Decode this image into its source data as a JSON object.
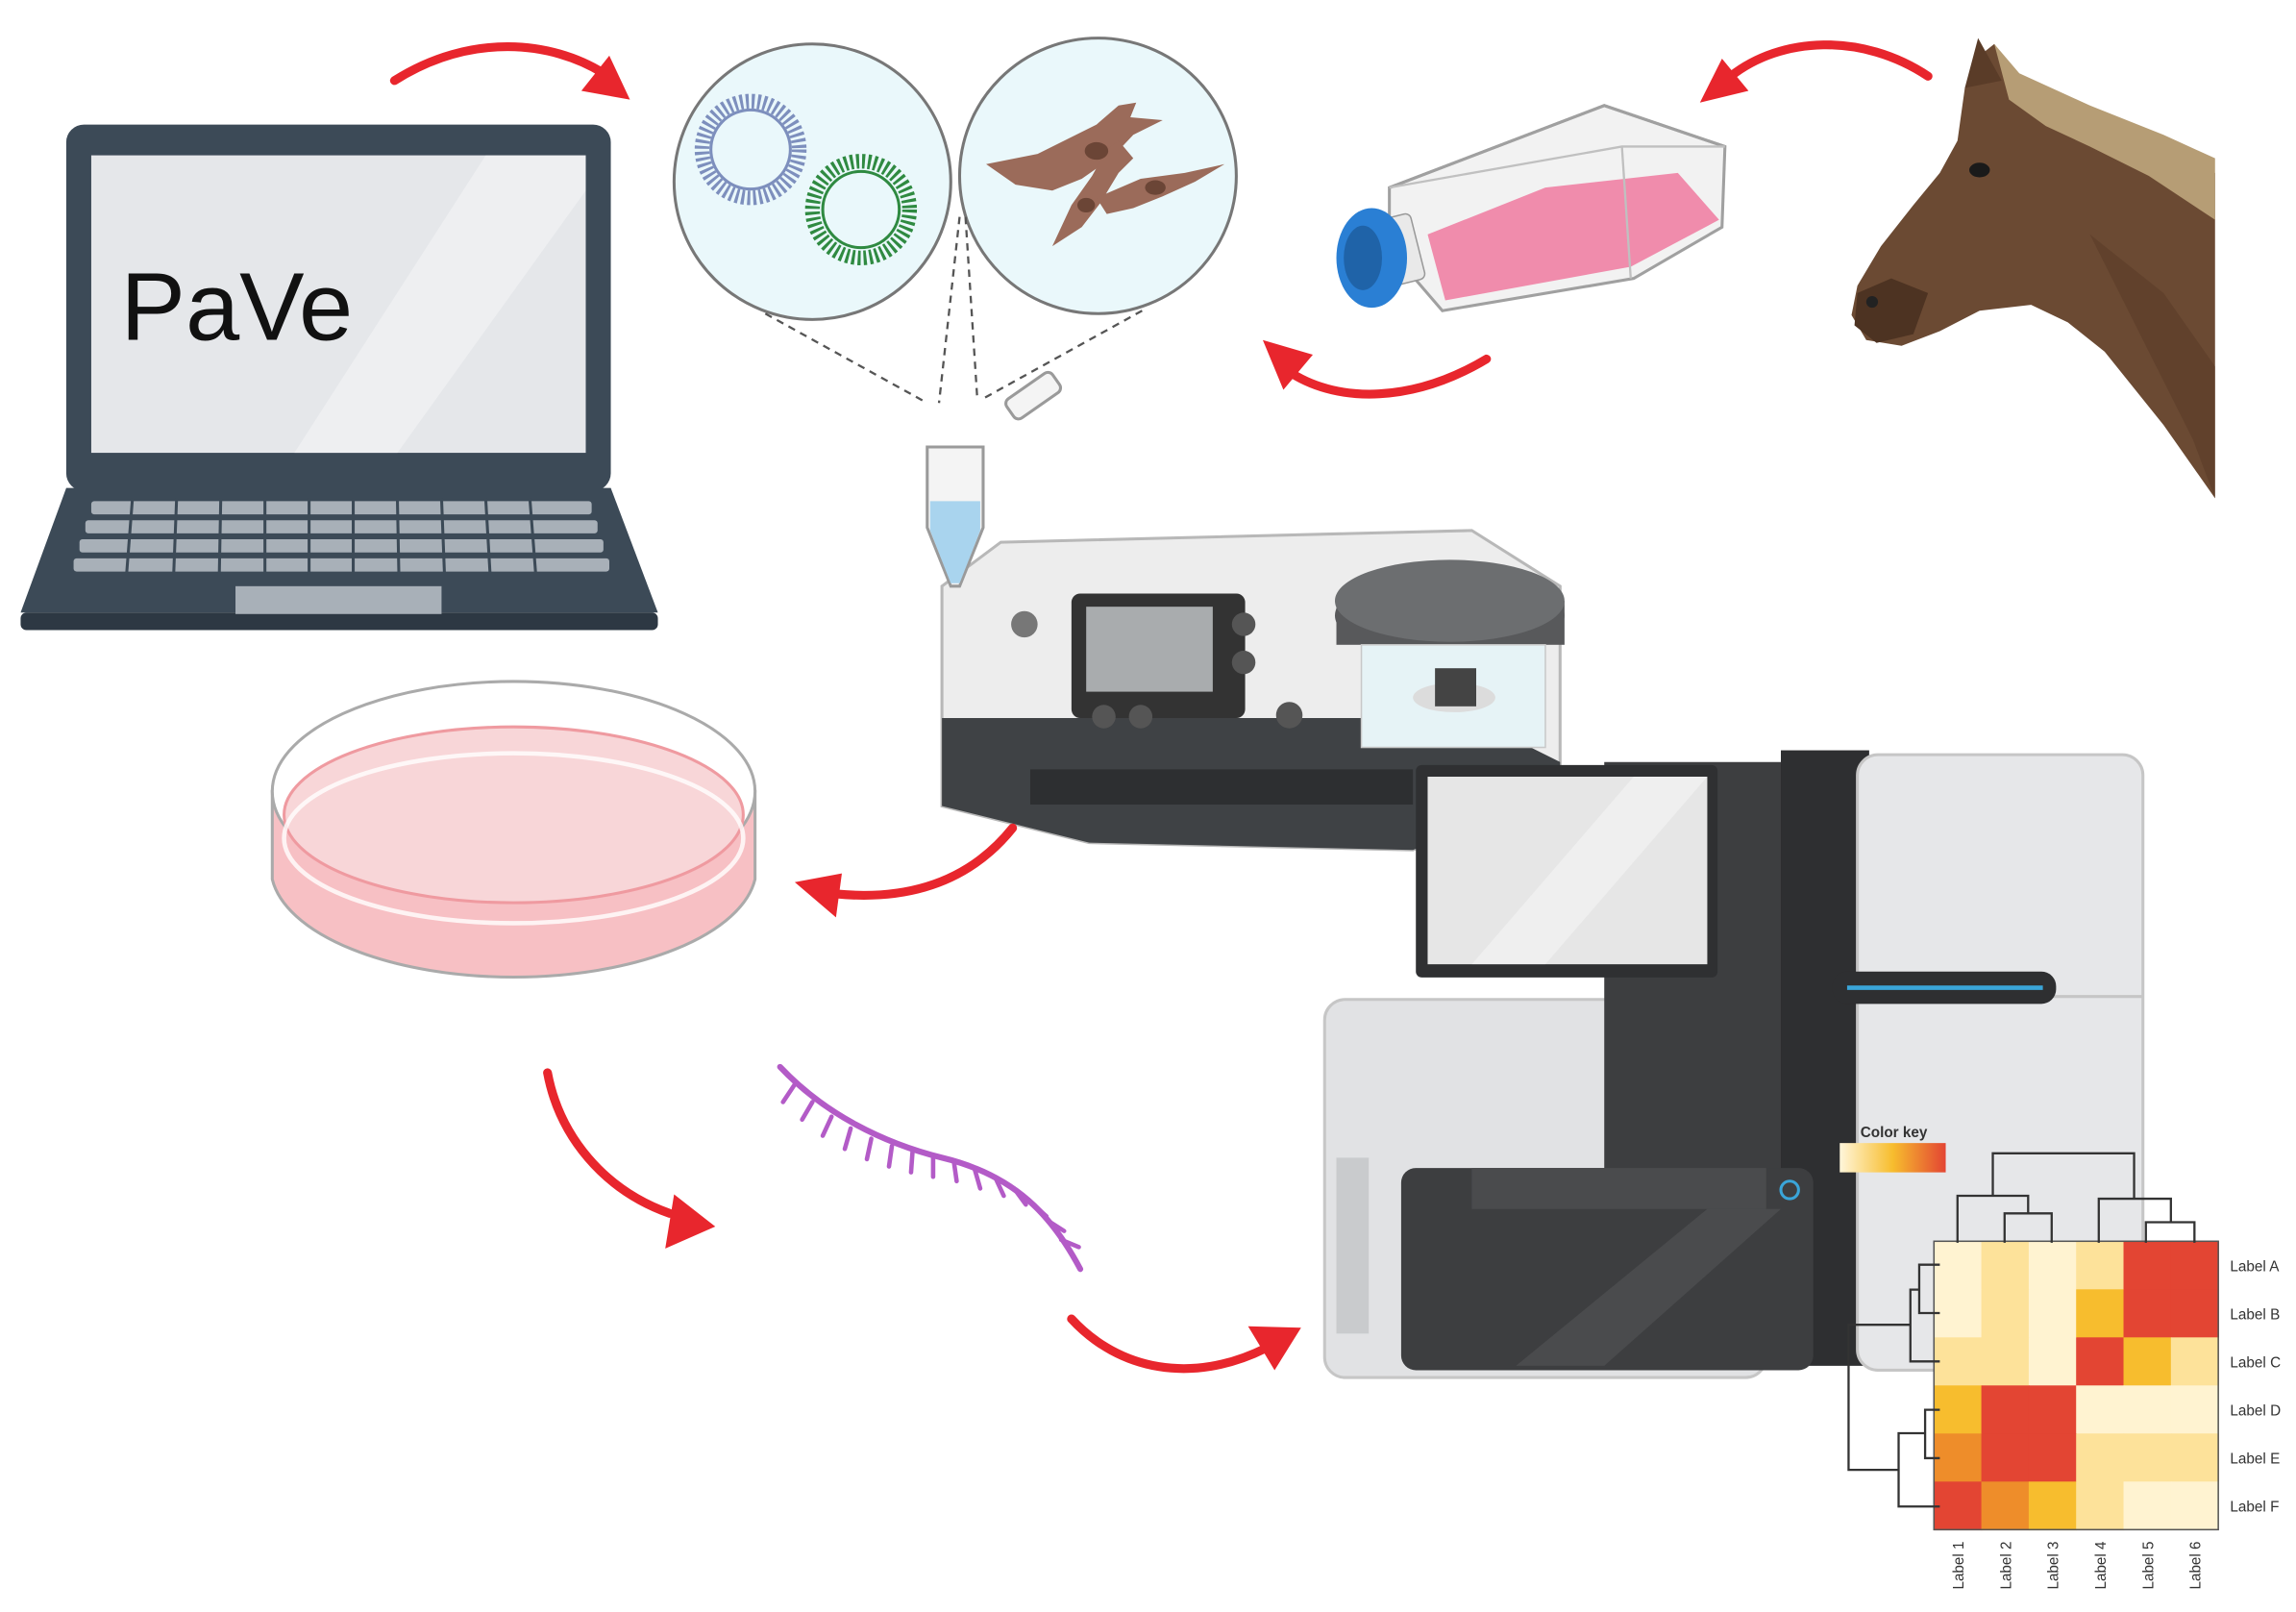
{
  "laptop": {
    "screen_text": "PaVe"
  },
  "heatmap": {
    "key_title": "Color key",
    "row_labels": [
      "Label A",
      "Label B",
      "Label C",
      "Label D",
      "Label E",
      "Label F"
    ],
    "col_labels": [
      "Label 1",
      "Label 2",
      "Label 3",
      "Label 4",
      "Label 5",
      "Label 6"
    ],
    "levels": [
      [
        0,
        1,
        0,
        1,
        4,
        4
      ],
      [
        0,
        1,
        0,
        2,
        4,
        4
      ],
      [
        1,
        1,
        0,
        4,
        2,
        1
      ],
      [
        2,
        4,
        4,
        0,
        0,
        0
      ],
      [
        3,
        4,
        4,
        1,
        1,
        1
      ],
      [
        4,
        3,
        2,
        1,
        0,
        0
      ]
    ],
    "palette": [
      "#fff3d1",
      "#fde29a",
      "#f7bd2e",
      "#ee8d2a",
      "#e34533"
    ]
  },
  "colors": {
    "arrow": "#e8262d",
    "laptop_body": "#3c4a57",
    "culture_medium": "#f07aa0",
    "cap_blue": "#2a7fd4",
    "rna_strand": "#b35bc7",
    "horse": "#6b4a33"
  }
}
